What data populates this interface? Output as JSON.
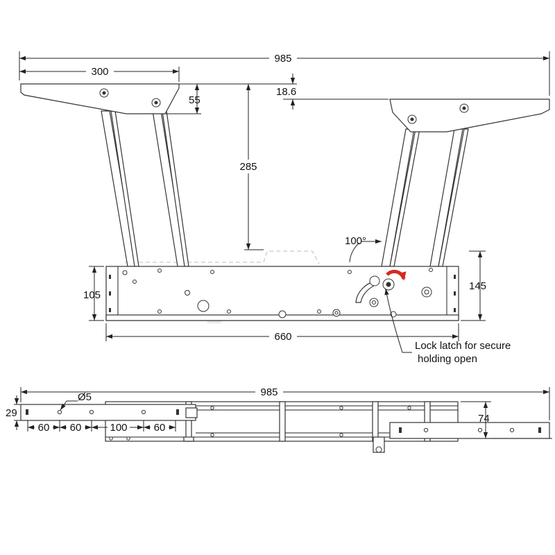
{
  "brand": {
    "watermark": "ZALONIS"
  },
  "colors": {
    "line": "#222222",
    "arrow_accent": "#d42a1f",
    "watermark": "#e8e8e8"
  },
  "front_view": {
    "dimensions": {
      "overall_width": "985",
      "top_plate_width": "300",
      "top_plate_height": "55",
      "plate_offset": "18.6",
      "lift_height": "285",
      "open_angle": "100°",
      "base_height_left": "105",
      "base_height_right": "145",
      "base_width": "660"
    },
    "annotation": {
      "line1": "Lock latch for secure",
      "line2": "holding open"
    }
  },
  "top_view": {
    "dimensions": {
      "overall_width": "985",
      "hole_diameter": "Ø5",
      "rail_height": "29",
      "depth": "74",
      "spacing_1": "60",
      "spacing_2": "60",
      "spacing_3": "100",
      "spacing_4": "60"
    }
  }
}
